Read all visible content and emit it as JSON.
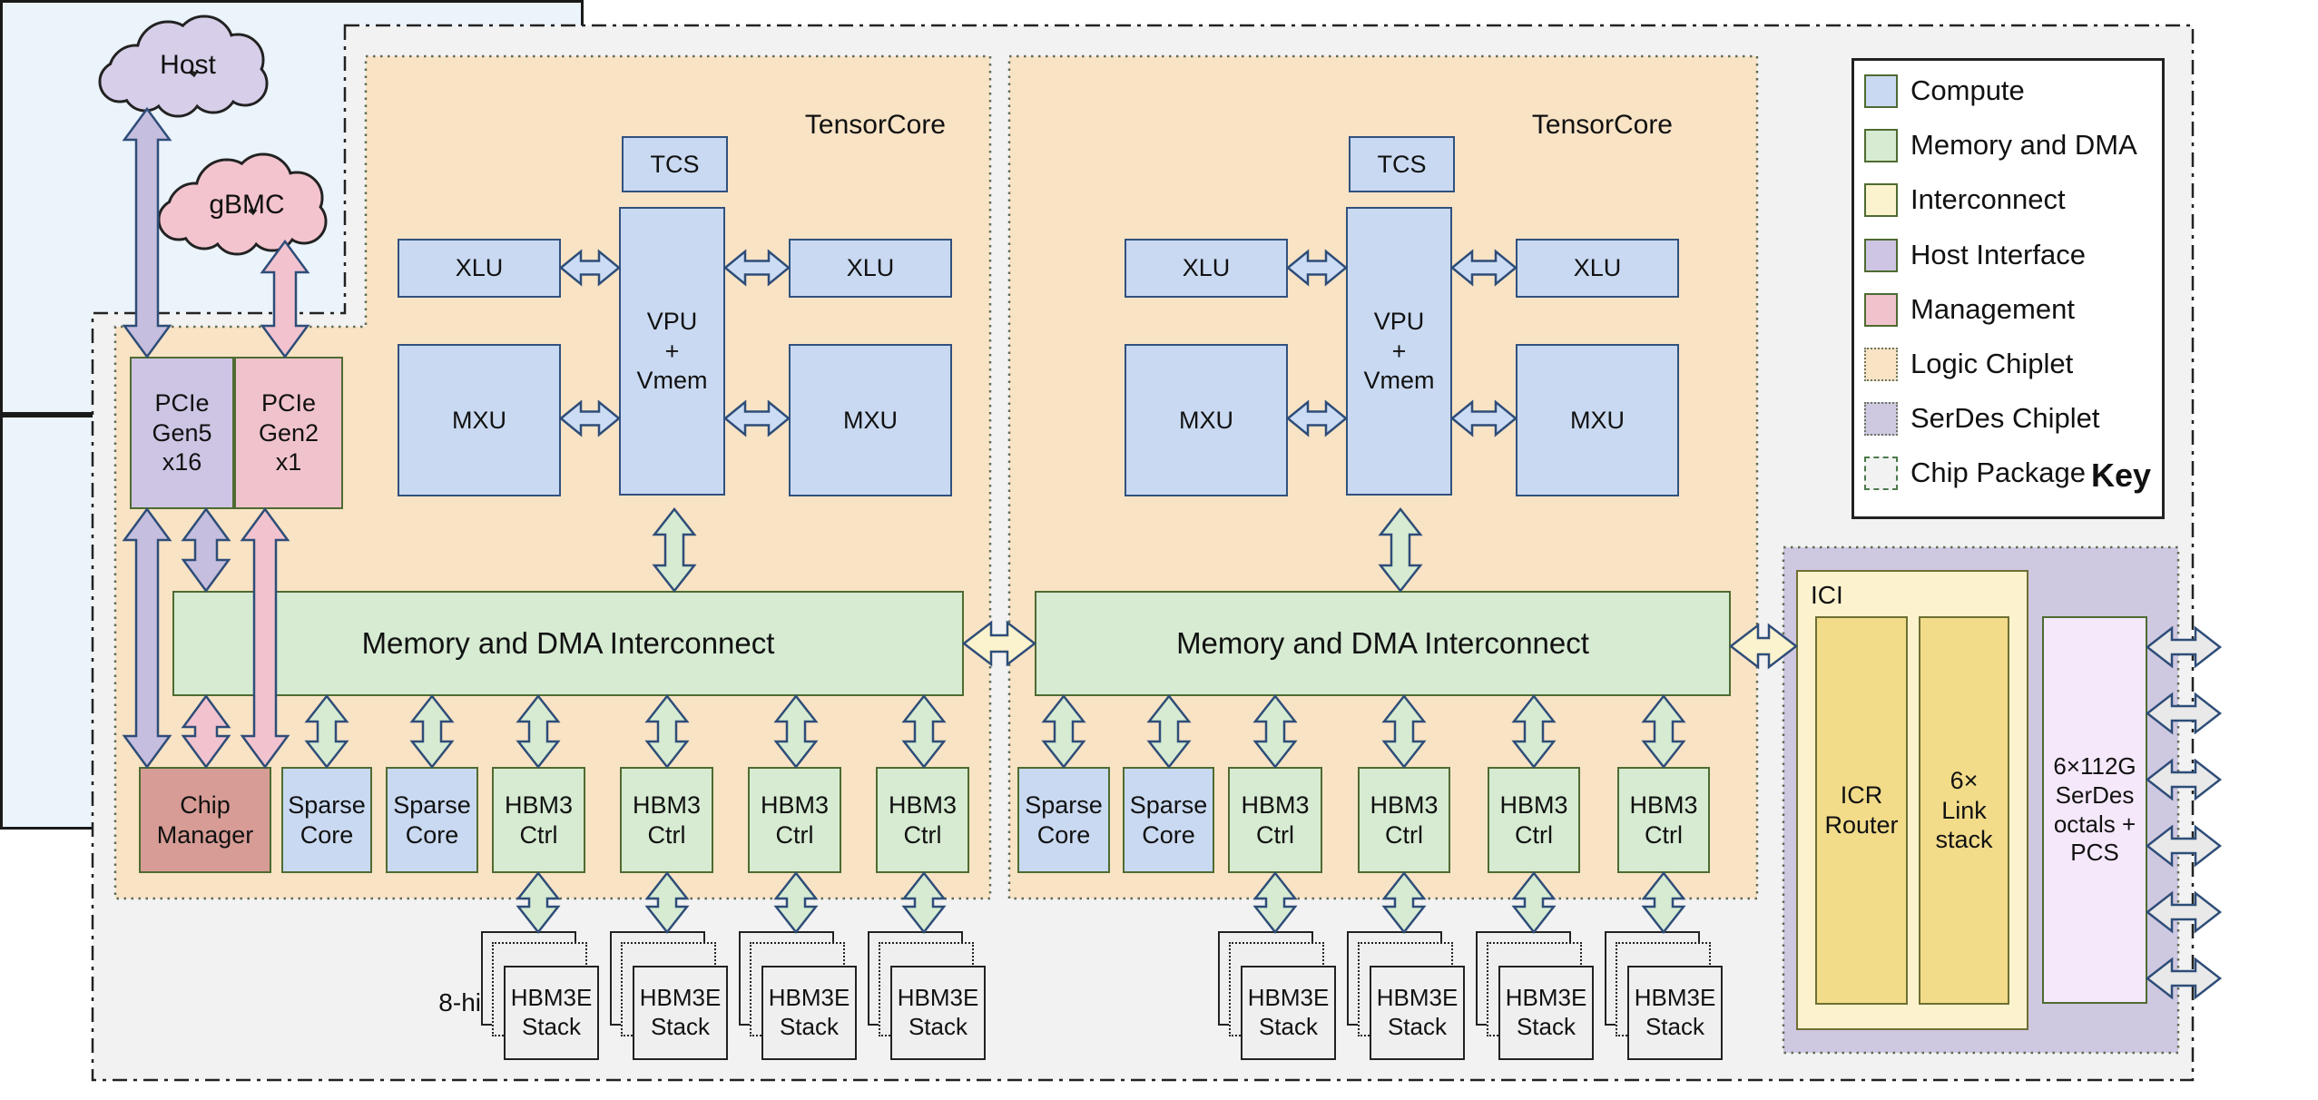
{
  "clouds": {
    "host": "Host",
    "gbmc": "gBMC"
  },
  "host_interface": {
    "pcie_gen5": "PCIe\nGen5\nx16",
    "pcie_gen2": "PCIe\nGen2\nx1"
  },
  "management": {
    "chip_manager": "Chip\nManager"
  },
  "chiplets": [
    {
      "tensorcore": {
        "label": "TensorCore",
        "tcs": "TCS",
        "vpu": "VPU\n+\nVmem",
        "xlu_left": "XLU",
        "xlu_right": "XLU",
        "mxu_left": "MXU",
        "mxu_right": "MXU"
      },
      "interconnect": "Memory and DMA Interconnect",
      "row": [
        "Sparse\nCore",
        "Sparse\nCore",
        "HBM3\nCtrl",
        "HBM3\nCtrl",
        "HBM3\nCtrl",
        "HBM3\nCtrl"
      ],
      "stacks": [
        "HBM3E\nStack",
        "HBM3E\nStack",
        "HBM3E\nStack",
        "HBM3E\nStack"
      ]
    },
    {
      "tensorcore": {
        "label": "TensorCore",
        "tcs": "TCS",
        "vpu": "VPU\n+\nVmem",
        "xlu_left": "XLU",
        "xlu_right": "XLU",
        "mxu_left": "MXU",
        "mxu_right": "MXU"
      },
      "interconnect": "Memory and DMA Interconnect",
      "row": [
        "Sparse\nCore",
        "Sparse\nCore",
        "HBM3\nCtrl",
        "HBM3\nCtrl",
        "HBM3\nCtrl",
        "HBM3\nCtrl"
      ],
      "stacks": [
        "HBM3E\nStack",
        "HBM3E\nStack",
        "HBM3E\nStack",
        "HBM3E\nStack"
      ]
    }
  ],
  "stack_note": "8-hi",
  "ici": {
    "label": "ICI",
    "router": "ICR\nRouter",
    "links": "6×\nLink\nstack"
  },
  "serdes": {
    "io": "6×112G\nSerDes\noctals +\nPCS"
  },
  "key": {
    "title": "Key",
    "items": [
      {
        "swatch": "compute",
        "label": "Compute"
      },
      {
        "swatch": "memory",
        "label": "Memory and DMA"
      },
      {
        "swatch": "interconnect",
        "label": "Interconnect"
      },
      {
        "swatch": "host",
        "label": "Host Interface"
      },
      {
        "swatch": "management",
        "label": "Management"
      },
      {
        "swatch": "logic_chiplet",
        "label": "Logic Chiplet"
      },
      {
        "swatch": "serdes_chiplet",
        "label": "SerDes Chiplet"
      },
      {
        "swatch": "chip_package",
        "label": "Chip Package"
      }
    ]
  },
  "colors": {
    "compute_fill": "#c9d9f1",
    "memory_fill": "#d6ebd2",
    "interconnect_fill": "#fbf3cd",
    "interconnect_gold": "#f2dc8a",
    "host_fill": "#cdc5e3",
    "management_fill": "#f0c3cc",
    "chip_manager_fill": "#d69c95",
    "logic_chiplet_fill": "#f9e3c5",
    "serdes_chiplet_fill": "#cfc8e1",
    "chip_package_fill": "#f2f2f2",
    "serdes_io_fill": "#f5e8fa",
    "stack_fill": "#efefef",
    "tensorcore_fill": "#ebf3fb",
    "arrow_stroke": "#2e4d78",
    "arrow_grey": "#e9e9e9",
    "arrow_blue": "#ccdcf4",
    "arrow_green": "#d6ebd2",
    "arrow_purple": "#c6bede",
    "arrow_pink": "#f2c3cf",
    "arrow_yellow": "#fbf3cd",
    "box_border_olive": "#4e6b31",
    "box_border_blue": "#31517e"
  }
}
